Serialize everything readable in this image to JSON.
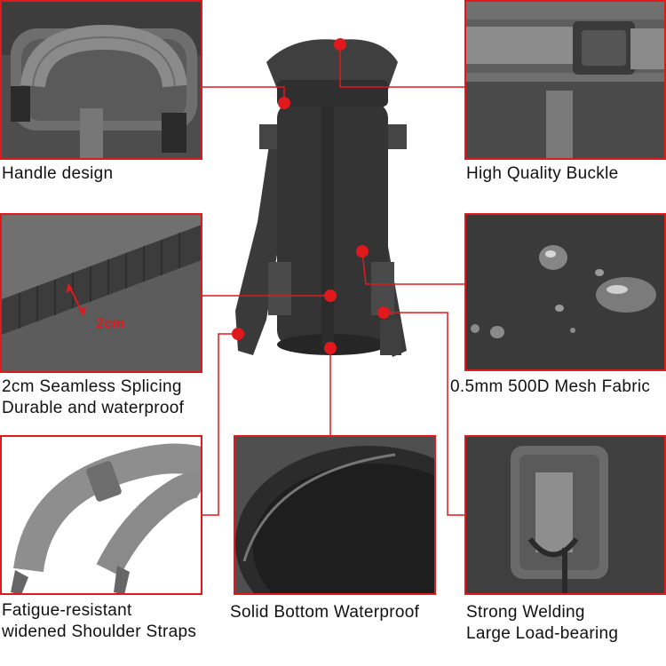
{
  "features": [
    {
      "id": "handle",
      "caption_lines": [
        "Handle design"
      ]
    },
    {
      "id": "buckle",
      "caption_lines": [
        "High Quality Buckle"
      ]
    },
    {
      "id": "splicing",
      "caption_lines": [
        "2cm Seamless Splicing",
        "Durable and waterproof"
      ],
      "measure_label": "2cm"
    },
    {
      "id": "mesh",
      "caption_lines": [
        "0.5mm 500D Mesh Fabric"
      ]
    },
    {
      "id": "straps",
      "caption_lines": [
        "Fatigue-resistant",
        "widened Shoulder Straps"
      ]
    },
    {
      "id": "bottom",
      "caption_lines": [
        "Solid Bottom Waterproof"
      ]
    },
    {
      "id": "welding",
      "caption_lines": [
        "Strong Welding",
        "Large Load-bearing"
      ]
    }
  ],
  "colors": {
    "accent": "#e0191d",
    "product": "#3a3a3a",
    "strap": "#7a7a7a"
  }
}
